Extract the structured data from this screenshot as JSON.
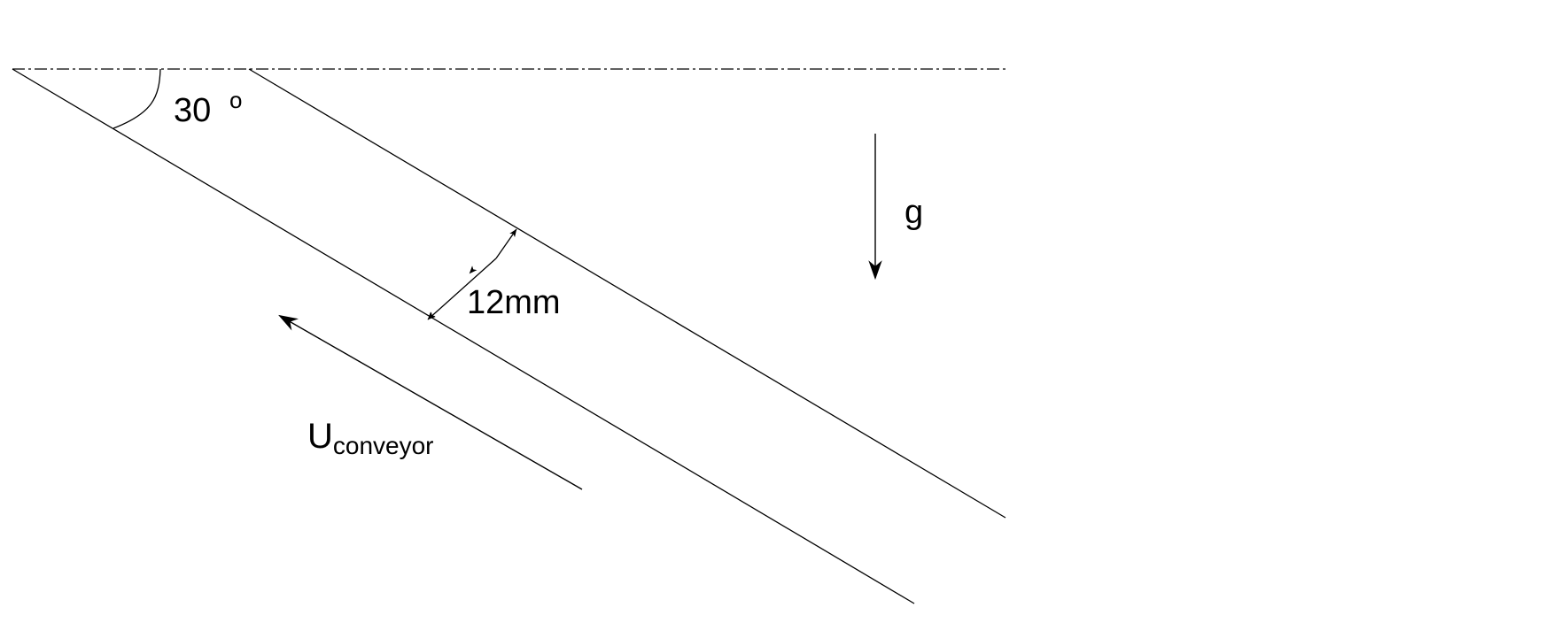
{
  "labels": {
    "angle": "30",
    "angle_unit": "o",
    "gravity": "g",
    "thickness": "12mm",
    "velocity_main": "U",
    "velocity_sub": "conveyor"
  },
  "colors": {
    "line": "#000000",
    "background": "#ffffff"
  }
}
